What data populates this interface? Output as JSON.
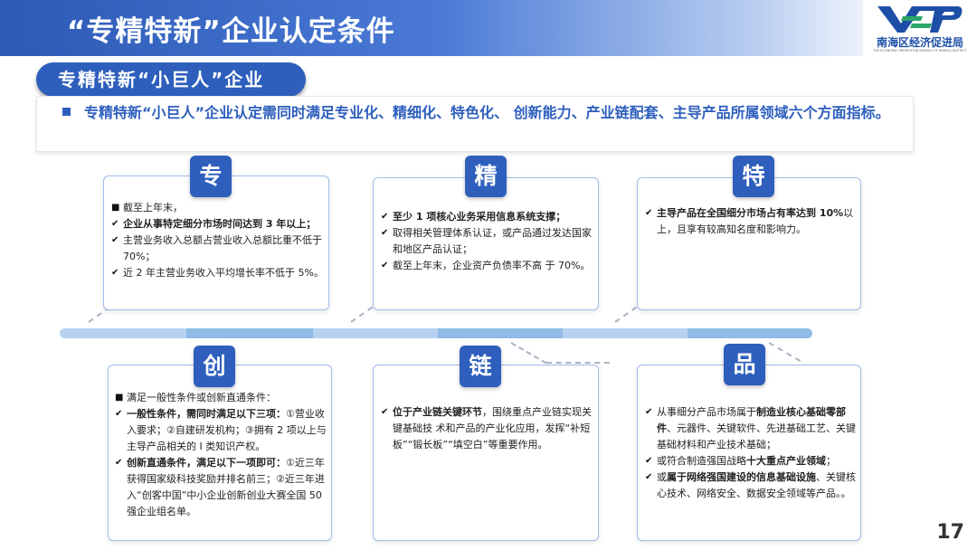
{
  "header": {
    "title": "“专精特新”企业认定条件"
  },
  "logo": {
    "name": "南海区经济促进局",
    "sub": "THE ECONOMIC PROMOTION BUREAU OF NANHAI DISTRICT",
    "colors": {
      "blue": "#1e4fa6",
      "green": "#2aa56a"
    }
  },
  "section": {
    "pill": "专精特新“小巨人”企业",
    "intro": "专精特新“小巨人”企业认定需同时满足专业化、精细化、特色化、 创新能力、产业链配套、主导产品所属领域六个方面指标。"
  },
  "colors": {
    "primary": "#2e5fbd",
    "panel_border": "#9fbde8",
    "timeline_light": "#b6d2f0",
    "timeline_mid": "#8fbbe6"
  },
  "cards": {
    "zhuan": {
      "badge": "专",
      "items": [
        {
          "marker": "■",
          "bold": false,
          "text": "截至上年末，"
        },
        {
          "marker": "✔",
          "bold": true,
          "text": "企业从事特定细分市场时间达到 3 年以上；"
        },
        {
          "marker": "✔",
          "bold": false,
          "text": "主营业务收入总额占营业收入总额比重不低于 70%；"
        },
        {
          "marker": "✔",
          "bold": false,
          "text": "近 2 年主营业务收入平均增长率不低于 5%。"
        }
      ]
    },
    "jing": {
      "badge": "精",
      "items": [
        {
          "marker": "✔",
          "bold": true,
          "text": "至少 1 项核心业务采用信息系统支撑；"
        },
        {
          "marker": "✔",
          "bold": false,
          "text": "取得相关管理体系认证，或产品通过发达国家和地区产品认证；"
        },
        {
          "marker": "✔",
          "bold": false,
          "text": "截至上年末，企业资产负债率不高 于 70%。"
        }
      ]
    },
    "te": {
      "badge": "特",
      "items": [
        {
          "marker": "✔",
          "bold_lead": "主导产品在全国细分市场占有率达到 10%",
          "rest": "以上，且享有较高知名度和影响力。"
        }
      ]
    },
    "chuang": {
      "badge": "创",
      "item1": {
        "marker": "■",
        "text": "满足一般性条件或创新直通条件："
      },
      "item2": {
        "marker": "✔",
        "bold_lead": "一般性条件，需同时满足以下三项：",
        "rest": "①营业收入要求；②自建研发机构；③拥有 2 项以上与主导产品相关的 I 类知识产权。"
      },
      "item3": {
        "marker": "✔",
        "bold_lead": "创新直通条件，满足以下一项即可：",
        "rest": "①近三年获得国家级科技奖励并排名前三；②近三年进入“创客中国”中小企业创新创业大赛全国 50 强企业组名单。"
      }
    },
    "lian": {
      "badge": "链",
      "item1": {
        "marker": "✔",
        "bold_lead": "位于产业链关键环节",
        "rest": "，围绕重点产业链实现关键基础技 术和产品的产业化应用，发挥“补短板”“锻长板”“填空白”等重要作用。"
      }
    },
    "pin": {
      "badge": "品",
      "item1": {
        "marker": "✔",
        "t1": "从事细分产品市场属于",
        "b1": "制造业核心基础零部件",
        "t2": "、元器件、关键软件、先进基础工艺、关键基础材料和产业技术基础；"
      },
      "item2": {
        "marker": "✔",
        "t1": "或符合制造强国战略",
        "b1": "十大重点产业领域",
        "t2": "；"
      },
      "item3": {
        "marker": "✔",
        "t1": "或",
        "b1": "属于网络强国建设的信息基础设施",
        "t2": "、关键核心技术、网络安全、数据安全领域等产品。。"
      }
    }
  },
  "page_number": "17"
}
